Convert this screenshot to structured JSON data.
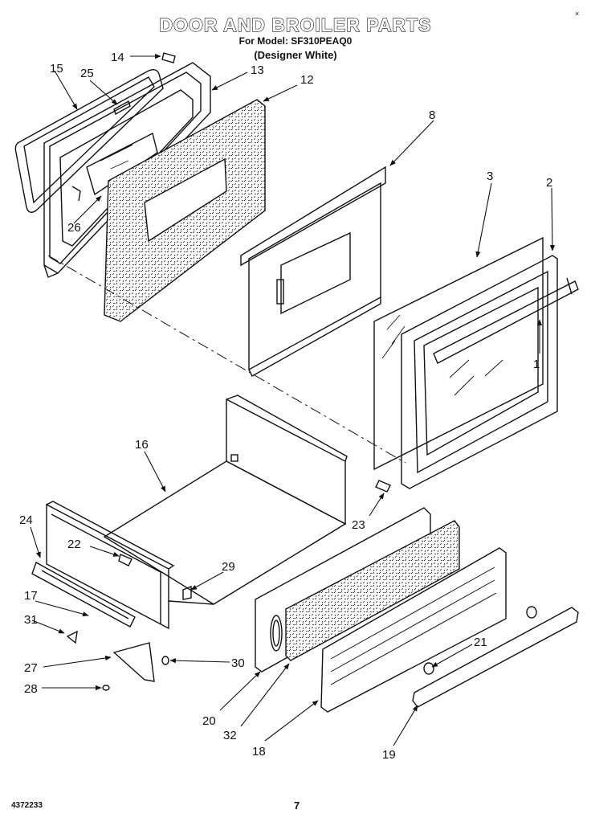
{
  "header": {
    "title": "DOOR AND BROILER PARTS",
    "model_line": "For Model: SF310PEAQ0",
    "color_line": "(Designer White)",
    "corner_mark": "×"
  },
  "callouts": [
    "1",
    "2",
    "3",
    "8",
    "12",
    "13",
    "14",
    "15",
    "16",
    "17",
    "18",
    "19",
    "20",
    "21",
    "22",
    "23",
    "24",
    "25",
    "26",
    "27",
    "28",
    "29",
    "30",
    "31",
    "32"
  ],
  "footer": {
    "document_number": "4372233",
    "page_number": "7"
  }
}
